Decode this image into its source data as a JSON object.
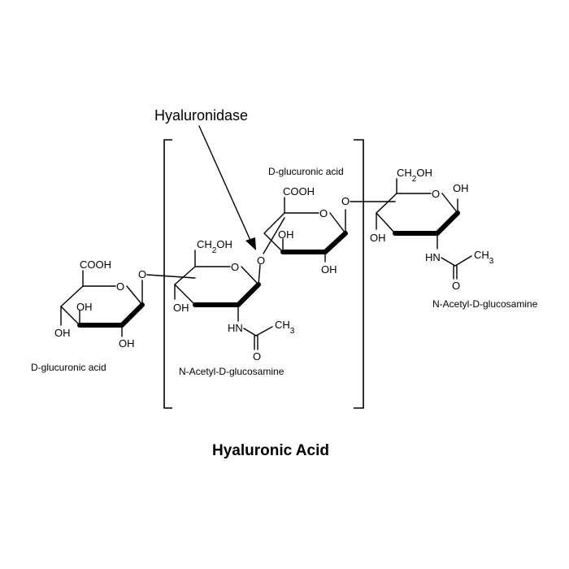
{
  "diagram": {
    "title": "Hyaluronic Acid",
    "enzyme_label": "Hyaluronidase",
    "units": [
      {
        "name": "D-glucuronic acid",
        "carboxyl": "COOH",
        "hydroxyls": [
          "OH",
          "OH"
        ]
      },
      {
        "name": "N-Acetyl-D-glucosamine",
        "hydroxymethyl": "CH2OH",
        "hydroxyls": [
          "OH"
        ],
        "amide_nh": "HN",
        "methyl": "CH3",
        "carbonyl_o": "O"
      },
      {
        "name": "D-glucuronic acid",
        "carboxyl": "COOH",
        "hydroxyls": [
          "OH",
          "OH"
        ]
      },
      {
        "name": "N-Acetyl-D-glucosamine",
        "hydroxymethyl": "CH2OH",
        "hydroxyls": [
          "OH",
          "OH"
        ],
        "amide_nh": "HN",
        "methyl": "CH3",
        "carbonyl_o": "O"
      }
    ],
    "ring_oxygen": "O",
    "link_oxygen": "O"
  }
}
